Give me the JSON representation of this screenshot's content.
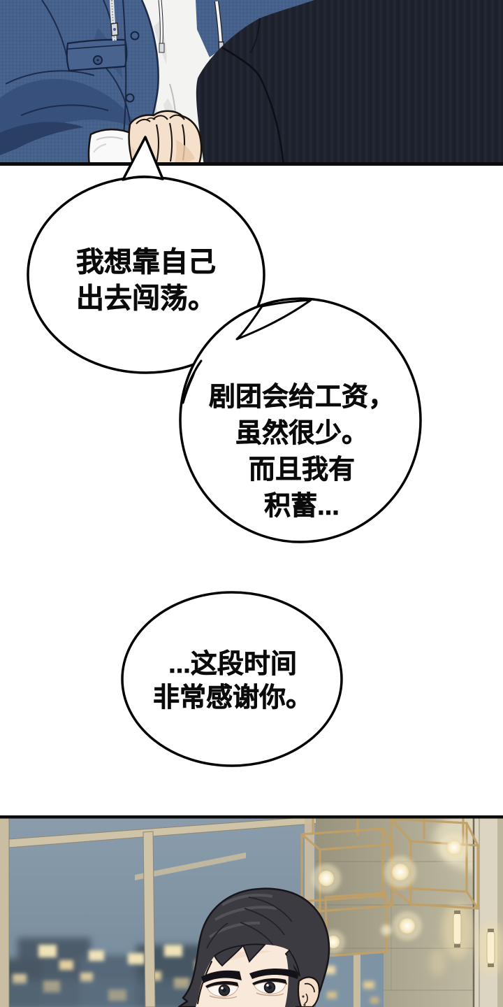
{
  "page": {
    "kind": "webtoon comic page",
    "background": "#ffffff"
  },
  "bubbles": [
    {
      "name": "bubble-1",
      "lines": [
        "我想靠自己",
        "出去闯荡。"
      ]
    },
    {
      "name": "bubble-2",
      "lines": [
        "剧团会给工资，",
        "虽然很少。",
        "而且我有",
        "积蓄..."
      ]
    },
    {
      "name": "bubble-3",
      "lines": [
        "...这段时间",
        "非常感谢你。"
      ]
    }
  ],
  "panels": [
    {
      "name": "panel-top",
      "description": "Close-up of a man in a blue denim jacket over a white shirt, fist clenched; shoulder of a man in a dark navy pinstripe suit in the foreground."
    },
    {
      "name": "panel-bottom",
      "description": "Dark-haired young man in a lounge at night; gold wireframe pendant lamps with glowing bulbs, beige wall and windows showing blurred city lights."
    }
  ],
  "colors": {
    "bubble_fill": "#ffffff",
    "bubble_stroke": "#000000",
    "text": "#0b0b0b",
    "denim_jacket": "#46628c",
    "denim_shadow": "#35507a",
    "suit": "#1e222d",
    "skin": "#f5e0cb",
    "hair": "#3c3b42",
    "glass": "#8b9dac",
    "window_frame_tan": "#cfc3a8",
    "wall": "#c6c0a8",
    "gold_frame": "#c2a066",
    "bulb_glow": "#f6eac4",
    "panel_border": "#0c0c0c"
  }
}
